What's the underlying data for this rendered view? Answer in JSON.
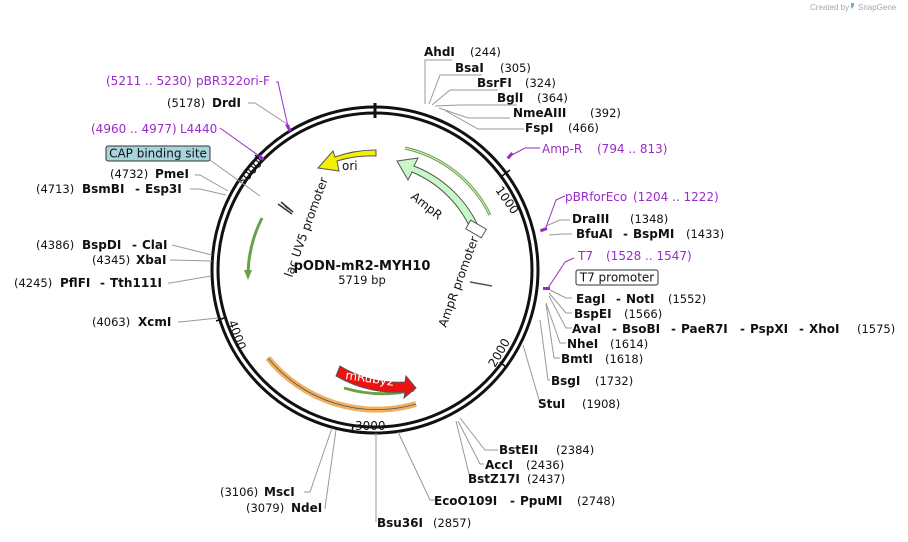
{
  "credit": {
    "prefix": "Created by",
    "brand": "SnapGene"
  },
  "plasmid": {
    "name": "pODN-mR2-MYH10",
    "length": "5719 bp"
  },
  "colors": {
    "ori": "#f5ef00",
    "ampr": "#c8f7c8",
    "mruby2": "#ee1111",
    "arc_green": "#6aa04a",
    "arc_orange": "#f0b060",
    "primer": "#9a2bc8",
    "cap_fill": "#a8d4dc"
  },
  "ticks": [
    "1000",
    "2000",
    "3000",
    "4000",
    "5000"
  ],
  "features": {
    "ori": "ori",
    "ampr": "AmpR",
    "mruby2": "mRuby2",
    "ampr_promoter": "AmpR promoter",
    "lac_uv5": "lac UV5 promoter",
    "cap_site": "CAP binding site",
    "t7_promoter": "T7 promoter"
  },
  "enzymes": {
    "ahdi": {
      "name": "AhdI",
      "pos": "(244)"
    },
    "bsai": {
      "name": "BsaI",
      "pos": "(305)"
    },
    "bsrfi": {
      "name": "BsrFI",
      "pos": "(324)"
    },
    "bgli": {
      "name": "BglI",
      "pos": "(364)"
    },
    "nmeaiii": {
      "name": "NmeAIII",
      "pos": "(392)"
    },
    "fspi": {
      "name": "FspI",
      "pos": "(466)"
    },
    "draiii": {
      "name": "DraIII",
      "pos": "(1348)"
    },
    "bfuai": {
      "name": "BfuAI",
      "sep": "-",
      "name2": "BspMI",
      "pos": "(1433)"
    },
    "eagi": {
      "name": "EagI",
      "sep": "-",
      "name2": "NotI",
      "pos": "(1552)"
    },
    "bspei": {
      "name": "BspEI",
      "pos": "(1566)"
    },
    "avai": {
      "name": "AvaI",
      "sep1": "-",
      "name2": "BsoBI",
      "sep2": "-",
      "name3": "PaeR7I",
      "sep3": "-",
      "name4": "PspXI",
      "sep4": "-",
      "name5": "XhoI",
      "pos": "(1575)"
    },
    "nhei": {
      "name": "NheI",
      "pos": "(1614)"
    },
    "bmti": {
      "name": "BmtI",
      "pos": "(1618)"
    },
    "bsgi": {
      "name": "BsgI",
      "pos": "(1732)"
    },
    "stui": {
      "name": "StuI",
      "pos": "(1908)"
    },
    "bsteii": {
      "name": "BstEII",
      "pos": "(2384)"
    },
    "acci": {
      "name": "AccI",
      "pos": "(2436)"
    },
    "bstz17i": {
      "name": "BstZ17I",
      "pos": "(2437)"
    },
    "eco0109i": {
      "name": "EcoO109I",
      "sep": "-",
      "name2": "PpuMI",
      "pos": "(2748)"
    },
    "bsu36i": {
      "name": "Bsu36I",
      "pos": "(2857)"
    },
    "msci": {
      "name": "MscI",
      "pos": "(3106)"
    },
    "ndei": {
      "name": "NdeI",
      "pos": "(3079)"
    },
    "xcmi": {
      "name": "XcmI",
      "pos": "(4063)"
    },
    "pflfi": {
      "name": "PflFI",
      "sep": "-",
      "name2": "Tth111I",
      "pos": "(4245)"
    },
    "xbai": {
      "name": "XbaI",
      "pos": "(4345)"
    },
    "bspdi": {
      "name": "BspDI",
      "sep": "-",
      "name2": "ClaI",
      "pos": "(4386)"
    },
    "bsmbi": {
      "name": "BsmBI",
      "sep": "-",
      "name2": "Esp3I",
      "pos": "(4713)"
    },
    "pmei": {
      "name": "PmeI",
      "pos": "(4732)"
    },
    "drdi": {
      "name": "DrdI",
      "pos": "(5178)"
    }
  },
  "primers": {
    "pbr322ori": {
      "range": "(5211 .. 5230)",
      "name": "pBR322ori-F"
    },
    "l4440": {
      "range": "(4960 .. 4977)",
      "name": "L4440"
    },
    "ampr": {
      "name": "Amp-R",
      "range": "(794 .. 813)"
    },
    "pbrforeco": {
      "name": "pBRforEco",
      "range": "(1204 .. 1222)"
    },
    "t7": {
      "name": "T7",
      "range": "(1528 .. 1547)"
    }
  }
}
